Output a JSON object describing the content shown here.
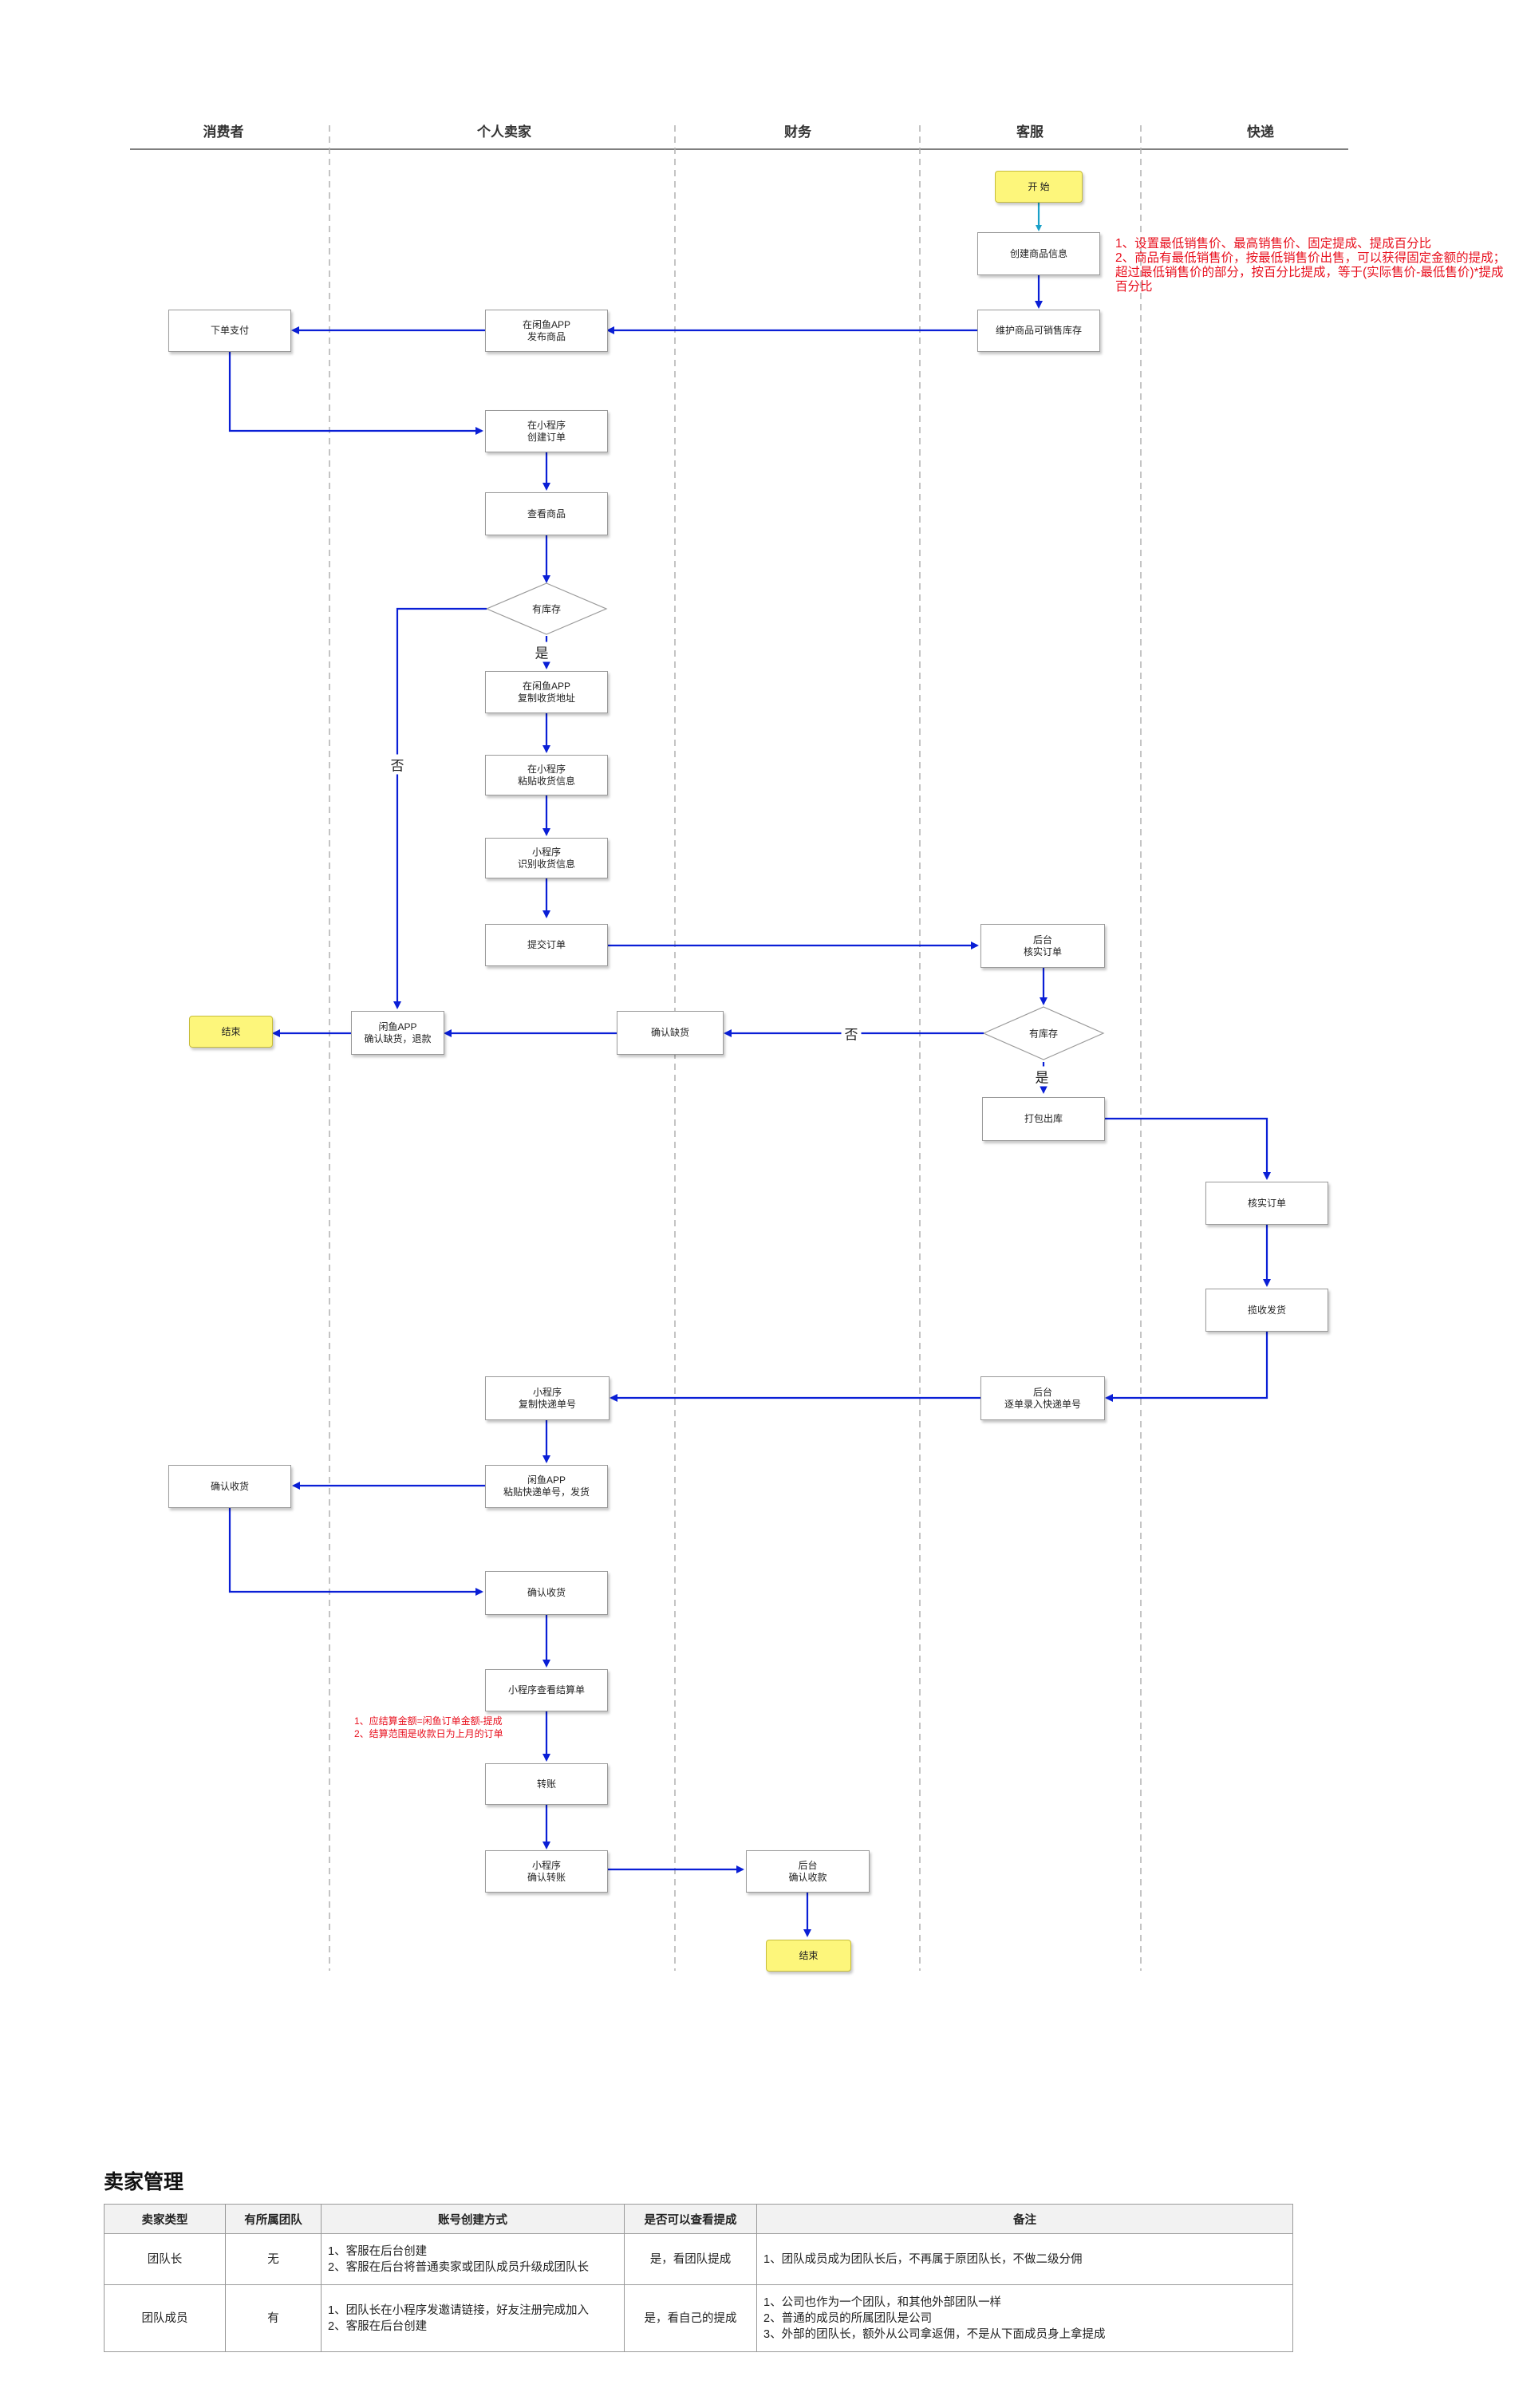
{
  "lanes": [
    {
      "title": "消费者"
    },
    {
      "title": "个人卖家"
    },
    {
      "title": "财务"
    },
    {
      "title": "客服"
    },
    {
      "title": "快递"
    }
  ],
  "nodes": {
    "start": "开 始",
    "create_product": "创建商品信息",
    "maintain_stock": "维护商品可销售库存",
    "publish_xianyu": "在闲鱼APP\n发布商品",
    "place_order": "下单支付",
    "create_order_mp": "在小程序\n创建订单",
    "view_product": "查看商品",
    "in_stock_1": "有库存",
    "copy_address": "在闲鱼APP\n复制收货地址",
    "paste_address": "在小程序\n粘贴收货信息",
    "recognize_address": "小程序\n识别收货信息",
    "submit_order": "提交订单",
    "verify_order_backend": "后台\n核实订单",
    "in_stock_2": "有库存",
    "confirm_shortage": "确认缺货",
    "xianyu_refund": "闲鱼APP\n确认缺货，退款",
    "end_1": "结束",
    "pack_out": "打包出库",
    "courier_verify": "核实订单",
    "courier_pickup": "揽收发货",
    "backend_tracking": "后台\n逐单录入快递单号",
    "copy_tracking": "小程序\n复制快递单号",
    "paste_tracking": "闲鱼APP\n粘贴快递单号，发货",
    "confirm_receipt_consumer": "确认收货",
    "confirm_receipt_seller": "确认收货",
    "view_settlement": "小程序查看结算单",
    "transfer": "转账",
    "confirm_transfer": "小程序\n确认转账",
    "backend_confirm_payment": "后台\n确认收款",
    "end_2": "结束"
  },
  "edge_labels": {
    "yes_1": "是",
    "no_1": "否",
    "no_2": "否",
    "yes_2": "是"
  },
  "notes": {
    "pricing": "1、设置最低销售价、最高销售价、固定提成、提成百分比\n2、商品有最低销售价，按最低销售价出售，可以获得固定金额的提成；超过最低销售价的部分，按百分比提成，等于(实际售价-最低售价)*提成百分比",
    "settlement": "1、应结算金额=闲鱼订单金额-提成\n2、结算范围是收款日为上月的订单"
  },
  "note_color": "#e8101e",
  "terminal_color": "#fdf67b",
  "arrow_color": "#0a1fd6",
  "table": {
    "title": "卖家管理",
    "headers": [
      "卖家类型",
      "有所属团队",
      "账号创建方式",
      "是否可以查看提成",
      "备注"
    ],
    "rows": [
      [
        "团队长",
        "无",
        "1、客服在后台创建\n2、客服在后台将普通卖家或团队成员升级成团队长",
        "是，看团队提成",
        "1、团队成员成为团队长后，不再属于原团队长，不做二级分佣"
      ],
      [
        "团队成员",
        "有",
        "1、团队长在小程序发邀请链接，好友注册完成加入\n2、客服在后台创建",
        "是，看自己的提成",
        "1、公司也作为一个团队，和其他外部团队一样\n2、普通的成员的所属团队是公司\n3、外部的团队长，额外从公司拿返佣，不是从下面成员身上拿提成"
      ]
    ]
  }
}
